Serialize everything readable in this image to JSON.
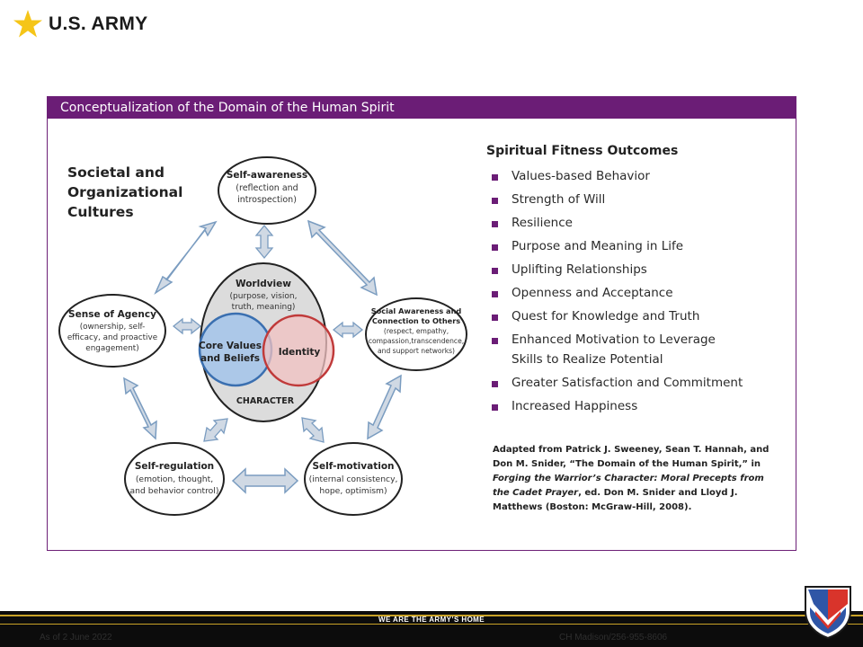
{
  "header": {
    "logo_text": "U.S. ARMY"
  },
  "figure": {
    "title": "Conceptualization of the Domain of the Human Spirit",
    "context_label": [
      "Societal and",
      "Organizational",
      "Cultures"
    ],
    "nodes": {
      "self_awareness": {
        "title": "Self-awareness",
        "lines": [
          "(reflection and",
          "introspection)"
        ]
      },
      "sense_of_agency": {
        "title": "Sense of Agency",
        "lines": [
          "(ownership, self-",
          "efficacy, and proactive",
          "engagement)"
        ]
      },
      "social_awareness": {
        "title_lines": [
          "Social Awareness and",
          "Connection to Others"
        ],
        "lines": [
          "(respect, empathy,",
          "compassion,transcendence,",
          "and support networks)"
        ]
      },
      "self_regulation": {
        "title": "Self-regulation",
        "lines": [
          "(emotion, thought,",
          "and behavior control)"
        ]
      },
      "self_motivation": {
        "title": "Self-motivation",
        "lines": [
          "(internal consistency,",
          "hope, optimism)"
        ]
      }
    },
    "core": {
      "worldview": "Worldview",
      "worldview_lines": [
        "(purpose, vision,",
        "truth, meaning)"
      ],
      "core_values": [
        "Core Values",
        "and Beliefs"
      ],
      "identity": "Identity",
      "character": "CHARACTER"
    },
    "outcomes_title": "Spiritual Fitness Outcomes",
    "outcomes": [
      "Values-based Behavior",
      "Strength of Will",
      "Resilience",
      "Purpose and Meaning in Life",
      "Uplifting Relationships",
      "Openness and Acceptance",
      "Quest for Knowledge and Truth",
      "Enhanced Motivation to Leverage Skills to Realize Potential",
      "Greater Satisfaction and Commitment",
      "Increased Happiness"
    ],
    "citation": {
      "part1": "Adapted from Patrick J. Sweeney, Sean T. Hannah, and Don M. Snider, “The Domain of the Human Spirit,” in",
      "italic": "Forging the Warrior’s Character: Moral Precepts from the Cadet Prayer",
      "part2": ", ed. Don M. Snider and Lloyd J. Matthews (Boston: McGraw-Hill, 2008)."
    }
  },
  "footer": {
    "slogan": "WE  ARE  THE ARMY’S  HOME",
    "date": "As of 2 June 2022",
    "contact": "CH Madison/256-955-8606"
  },
  "colors": {
    "purple": "#6b1d76",
    "gold": "#c9a227",
    "blue_circle": "#a9c6e8",
    "red_circle": "#f2c2c2"
  }
}
